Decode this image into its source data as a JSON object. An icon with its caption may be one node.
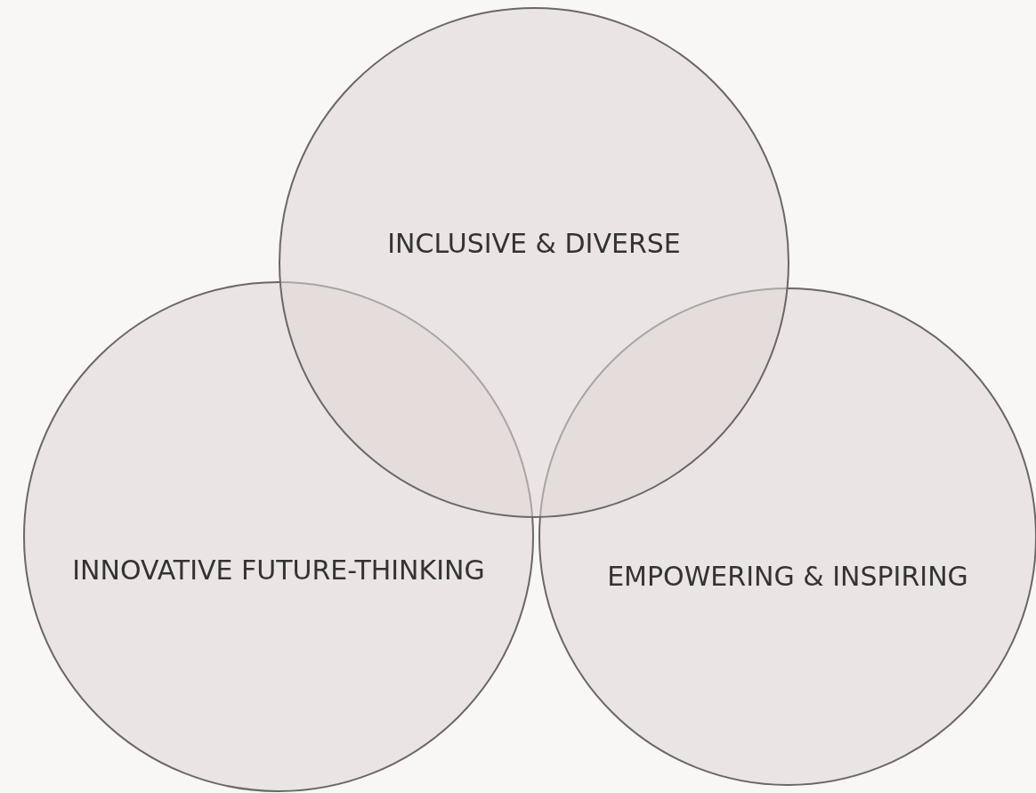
{
  "diagram": {
    "nodes": [
      {
        "text": [
          "INCLUSIVE & DIVERSE"
        ]
      },
      {
        "text": [
          "INNOVATIVE FUTURE-THINKING"
        ]
      },
      {
        "text": [
          "EMPOWERING & INSPIRING"
        ]
      }
    ]
  }
}
